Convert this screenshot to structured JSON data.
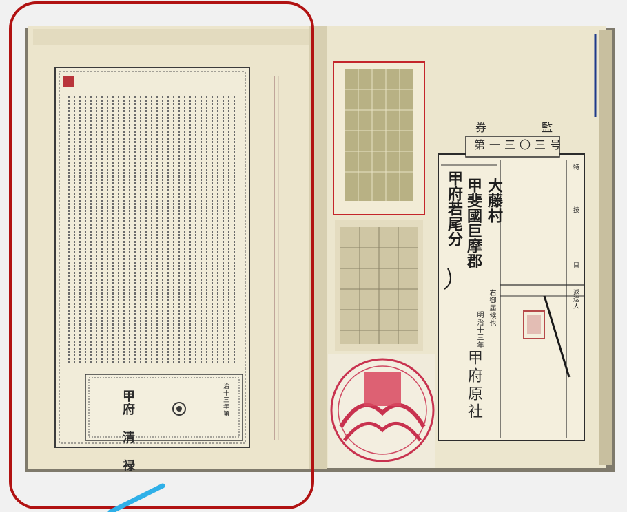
{
  "left_page": {
    "publisher_title": "甲府 清 禄",
    "date_line": "治十三年第"
  },
  "certificate": {
    "heading_left": "券",
    "heading_right": "監",
    "number": "第一三〇三号",
    "right_col_a": "特",
    "right_col_b": "技",
    "right_col_c": "目",
    "right_col_d": "返送人",
    "handwritten_1": "甲斐國巨摩郡",
    "handwritten_2": "大藤村",
    "handwritten_3": "甲府若尾分",
    "printed_block": "右御届候也",
    "date_print": "明治十三年",
    "issuer": "甲府原社"
  },
  "colors": {
    "background": "#f1f1f1",
    "paper": "#ece5cc",
    "annotation_red": "#b11212",
    "annotation_blue": "#2fb0e8",
    "stamp_red": "#c8324f"
  }
}
